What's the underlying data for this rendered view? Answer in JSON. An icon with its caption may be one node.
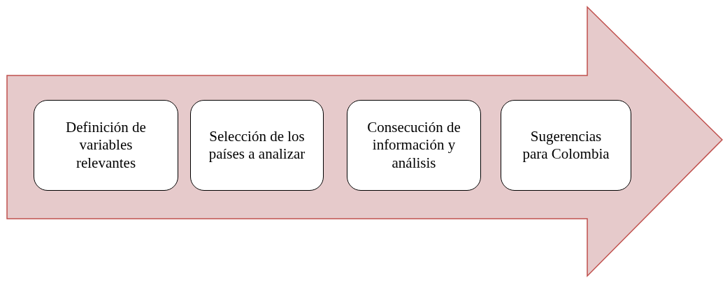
{
  "diagram": {
    "nodes": [
      {
        "text": [],
        "shape": "arrow"
      },
      {
        "text": [
          "Definición de variables relevantes"
        ],
        "in": 0
      },
      {
        "text": [
          "Selección de los países a analizar"
        ],
        "in": 0
      },
      {
        "text": [
          "Consecución de información y análisis"
        ],
        "in": 0
      },
      {
        "text": [
          "Sugerencias para Colombia"
        ],
        "in": 0
      }
    ]
  }
}
